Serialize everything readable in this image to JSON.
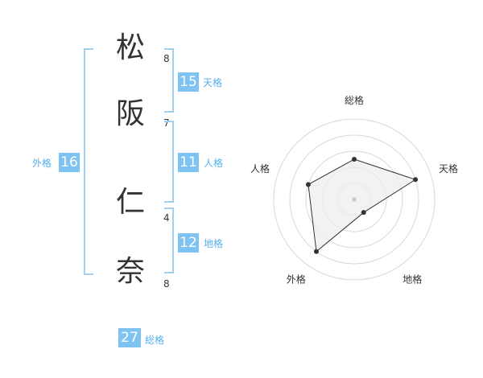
{
  "name": {
    "chars": [
      {
        "char": "松",
        "strokes": "8"
      },
      {
        "char": "阪",
        "strokes": "7"
      },
      {
        "char": "仁",
        "strokes": "4"
      },
      {
        "char": "奈",
        "strokes": "8"
      }
    ]
  },
  "scores": {
    "tenkaku": {
      "value": "15",
      "label": "天格"
    },
    "jinkaku": {
      "value": "11",
      "label": "人格"
    },
    "chikaku": {
      "value": "12",
      "label": "地格"
    },
    "gaikaku": {
      "value": "16",
      "label": "外格"
    },
    "soukaku": {
      "value": "27",
      "label": "総格"
    }
  },
  "colors": {
    "box": "#7ec3f2",
    "bracket": "#9fd0f2",
    "label": "#56b1ec",
    "radar_fill": "#eeeeee",
    "ring": "#d8d8d8"
  },
  "chart_data": {
    "type": "radar",
    "axes": [
      "総格",
      "天格",
      "地格",
      "外格",
      "人格"
    ],
    "values": [
      2.5,
      4,
      1,
      4,
      3
    ],
    "max": 5,
    "rings": 5
  }
}
